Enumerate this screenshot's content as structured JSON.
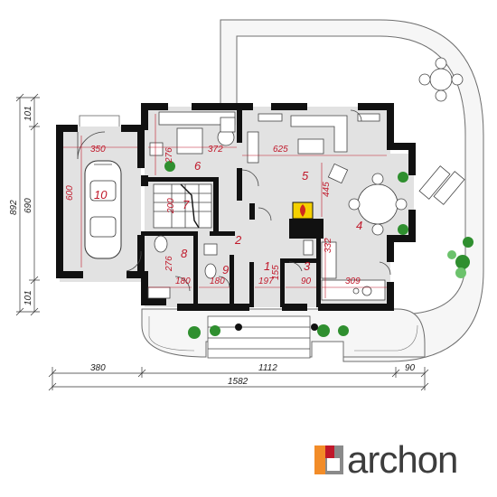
{
  "brand": {
    "name": "archon",
    "colors": {
      "orange": "#f28c28",
      "red": "#c0182a",
      "grey": "#8a8a8a"
    }
  },
  "rooms": [
    {
      "num": "1"
    },
    {
      "num": "2"
    },
    {
      "num": "3"
    },
    {
      "num": "4"
    },
    {
      "num": "5"
    },
    {
      "num": "6"
    },
    {
      "num": "7"
    },
    {
      "num": "8"
    },
    {
      "num": "9"
    },
    {
      "num": "10"
    }
  ],
  "inner_dims": [
    "350",
    "276",
    "372",
    "625",
    "600",
    "200",
    "445",
    "332",
    "276",
    "180",
    "180",
    "197",
    "155",
    "90",
    "309"
  ],
  "outer_dims": {
    "bottom_parts": [
      "380",
      "1112",
      "90"
    ],
    "bottom_total": "1582",
    "left_parts": [
      "101",
      "690",
      "101"
    ],
    "left_total": "892"
  }
}
